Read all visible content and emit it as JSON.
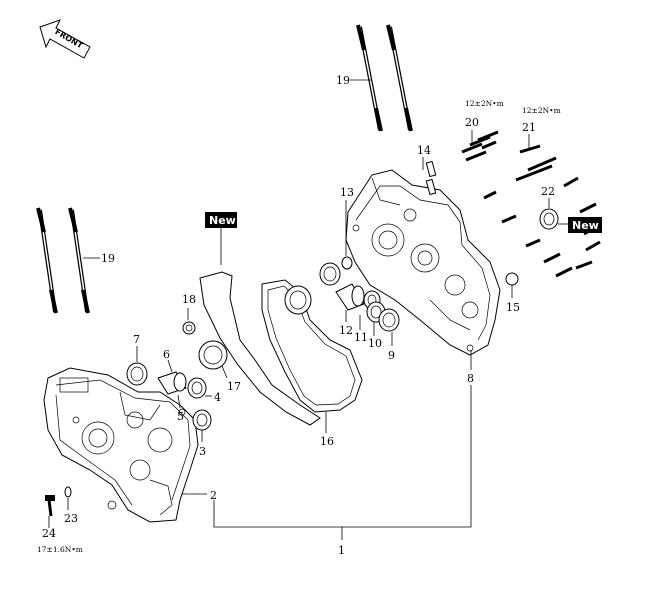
{
  "front_arrow_label": "FRONT",
  "new_badge_1": "New",
  "new_badge_2": "New",
  "callouts": {
    "c1": "1",
    "c2": "2",
    "c3": "3",
    "c4": "4",
    "c5": "5",
    "c6": "6",
    "c7": "7",
    "c8": "8",
    "c9": "9",
    "c10": "10",
    "c11": "11",
    "c12": "12",
    "c13": "13",
    "c14": "14",
    "c15": "15",
    "c16": "16",
    "c17": "17",
    "c18": "18",
    "c19a": "19",
    "c19b": "19",
    "c20": "20",
    "c21": "21",
    "c22": "22",
    "c23": "23",
    "c24": "24"
  },
  "torque": {
    "t20": "12±2N•m",
    "t21": "12±2N•m",
    "t24": "17±1.6N•m"
  }
}
